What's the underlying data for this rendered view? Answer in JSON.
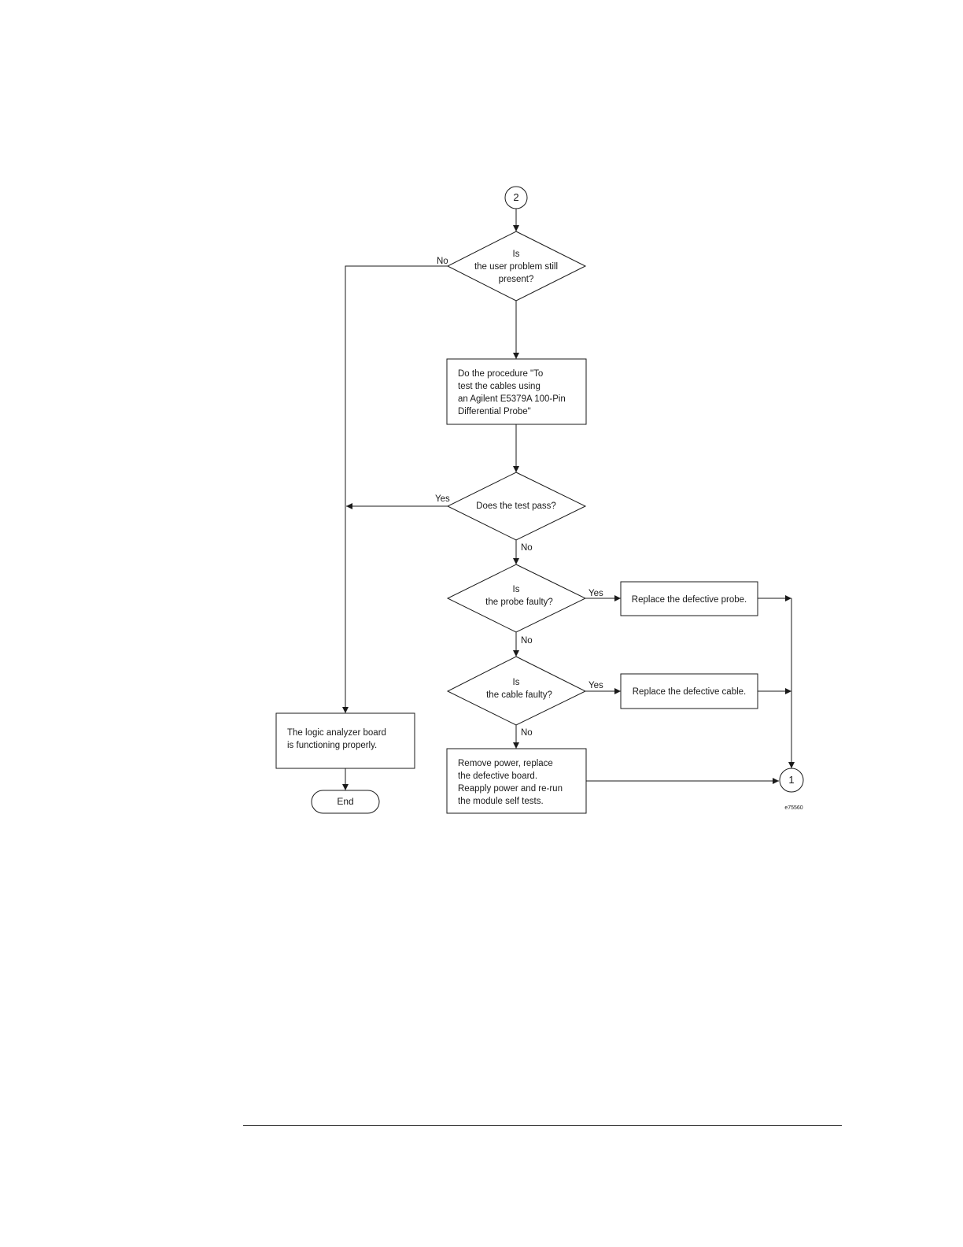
{
  "flowchart": {
    "start_connector": "2",
    "end_connector": "1",
    "decisions": {
      "problem_present": [
        "Is",
        "the user problem still",
        "present?"
      ],
      "test_pass": [
        "Does the test pass?"
      ],
      "probe_faulty": [
        "Is",
        "the probe faulty?"
      ],
      "cable_faulty": [
        "Is",
        "the cable faulty?"
      ]
    },
    "processes": {
      "do_procedure": [
        "Do the procedure \"To",
        "test the cables using",
        "an Agilent E5379A 100-Pin",
        "Differential Probe\""
      ],
      "replace_probe": [
        "Replace the defective probe."
      ],
      "replace_cable": [
        "Replace the defective cable."
      ],
      "remove_power": [
        "Remove power, replace",
        "the defective board.",
        "Reapply power and re-run",
        "the module self tests."
      ],
      "board_ok": [
        "The logic analyzer board",
        "is functioning properly."
      ]
    },
    "terminal": "End",
    "labels": {
      "no": "No",
      "yes": "Yes"
    },
    "figure_id": "e75560"
  }
}
